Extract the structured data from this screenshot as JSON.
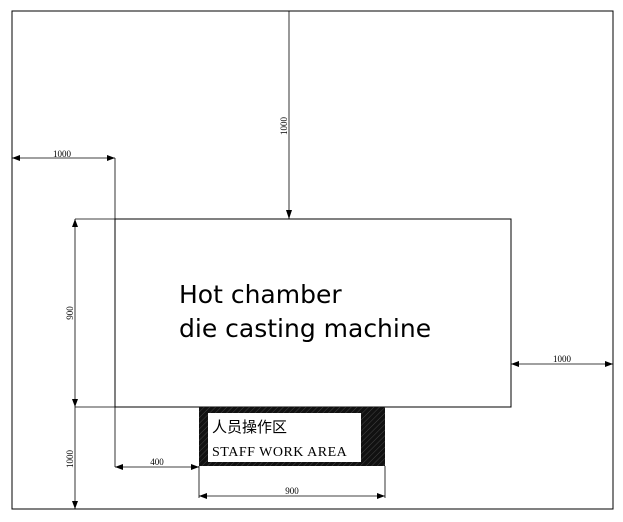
{
  "machine": {
    "label_line1": "Hot chamber",
    "label_line2": "die casting machine"
  },
  "work_area": {
    "label_cn": "人员操作区",
    "label_en": "STAFF WORK AREA"
  },
  "dimensions": {
    "top_clearance": "1000",
    "left_clearance": "1000",
    "right_clearance": "1000",
    "machine_depth": "900",
    "front_clearance": "1000",
    "work_area_offset": "400",
    "work_area_width": "900"
  },
  "colors": {
    "line": "#000000",
    "background": "#ffffff",
    "work_area_fill": "#111111"
  }
}
